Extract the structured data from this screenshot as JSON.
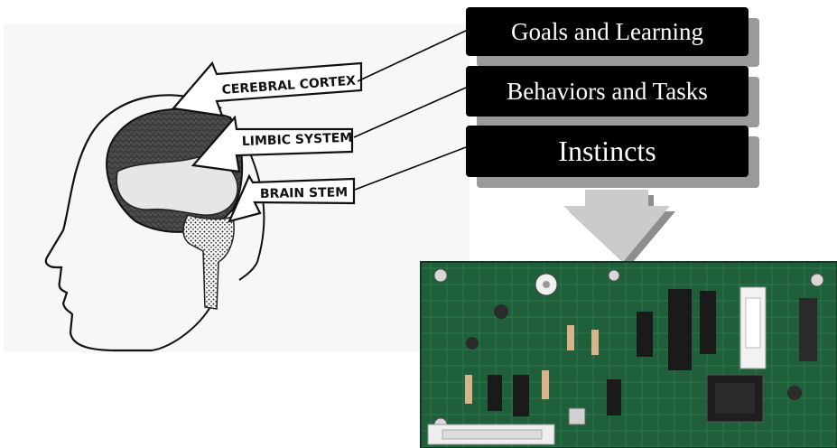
{
  "brain_labels": {
    "cerebral_cortex": "CEREBRAL CORTEX",
    "limbic_system": "LIMBIC SYSTEM",
    "brain_stem": "BRAIN STEM"
  },
  "layers": [
    {
      "label": "Goals and Learning"
    },
    {
      "label": "Behaviors and Tasks"
    },
    {
      "label": "Instincts"
    }
  ],
  "colors": {
    "box_fill": "#000000",
    "box_text": "#ffffff",
    "box_shadow": "#9a9a9a",
    "arrow_down": "#c9c9c9",
    "circuit_board": "#1f5f3a"
  },
  "images": {
    "brain_sketch": "head-profile-brain-diagram",
    "circuit_board": "circuit-board-photo"
  }
}
